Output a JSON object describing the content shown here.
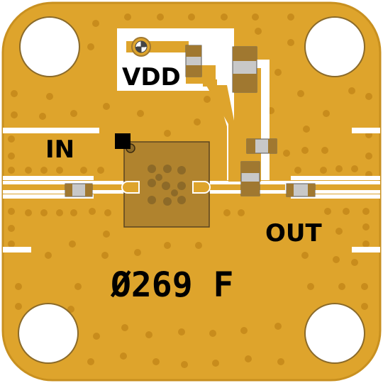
{
  "labels": {
    "vdd": "VDD",
    "in": "IN",
    "out": "OUT",
    "part_code": "Ø269 F"
  },
  "colors": {
    "board_gold": "#dea42c",
    "via_dot": "#c88c1c",
    "copper_trace": "#ffffff",
    "chip_body": "#b0832e",
    "chip_outline": "#5a4420",
    "component_end": "#a07830",
    "component_mid": "#c8c8c8",
    "silkscreen": "#000000"
  },
  "icons": {
    "vdd_pad": "ground-symbol-icon"
  }
}
